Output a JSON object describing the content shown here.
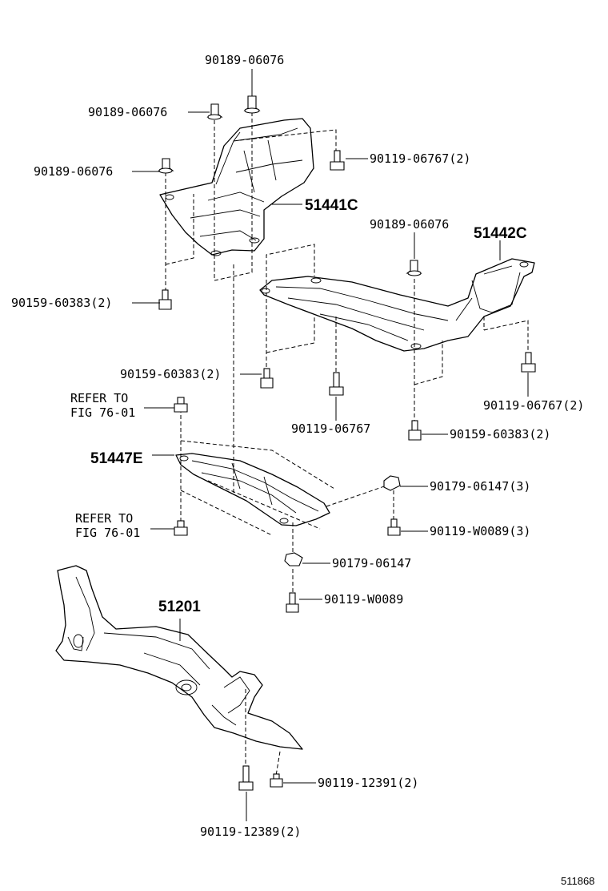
{
  "callouts": {
    "c1": "90189-06076",
    "c2": "90189-06076",
    "c3": "90189-06076",
    "c4": "90119-06767(2)",
    "c5": "90159-60383(2)",
    "c6": "90189-06076",
    "c7": "90159-60383(2)",
    "c8": "90119-06767",
    "c9": "90119-06767(2)",
    "c10": "90159-60383(2)",
    "c11": "90179-06147(3)",
    "c12": "90119-W0089(3)",
    "c13": "90179-06147",
    "c14": "90119-W0089",
    "c15": "90119-12391(2)",
    "c16": "90119-12389(2)"
  },
  "parts": {
    "p1": "51441C",
    "p2": "51442C",
    "p3": "51447E",
    "p4": "51201"
  },
  "refs": {
    "r1_line1": "REFER TO",
    "r1_line2": "FIG 76-01",
    "r2_line1": "REFER TO",
    "r2_line2": "FIG 76-01"
  },
  "figure_id": "511868"
}
